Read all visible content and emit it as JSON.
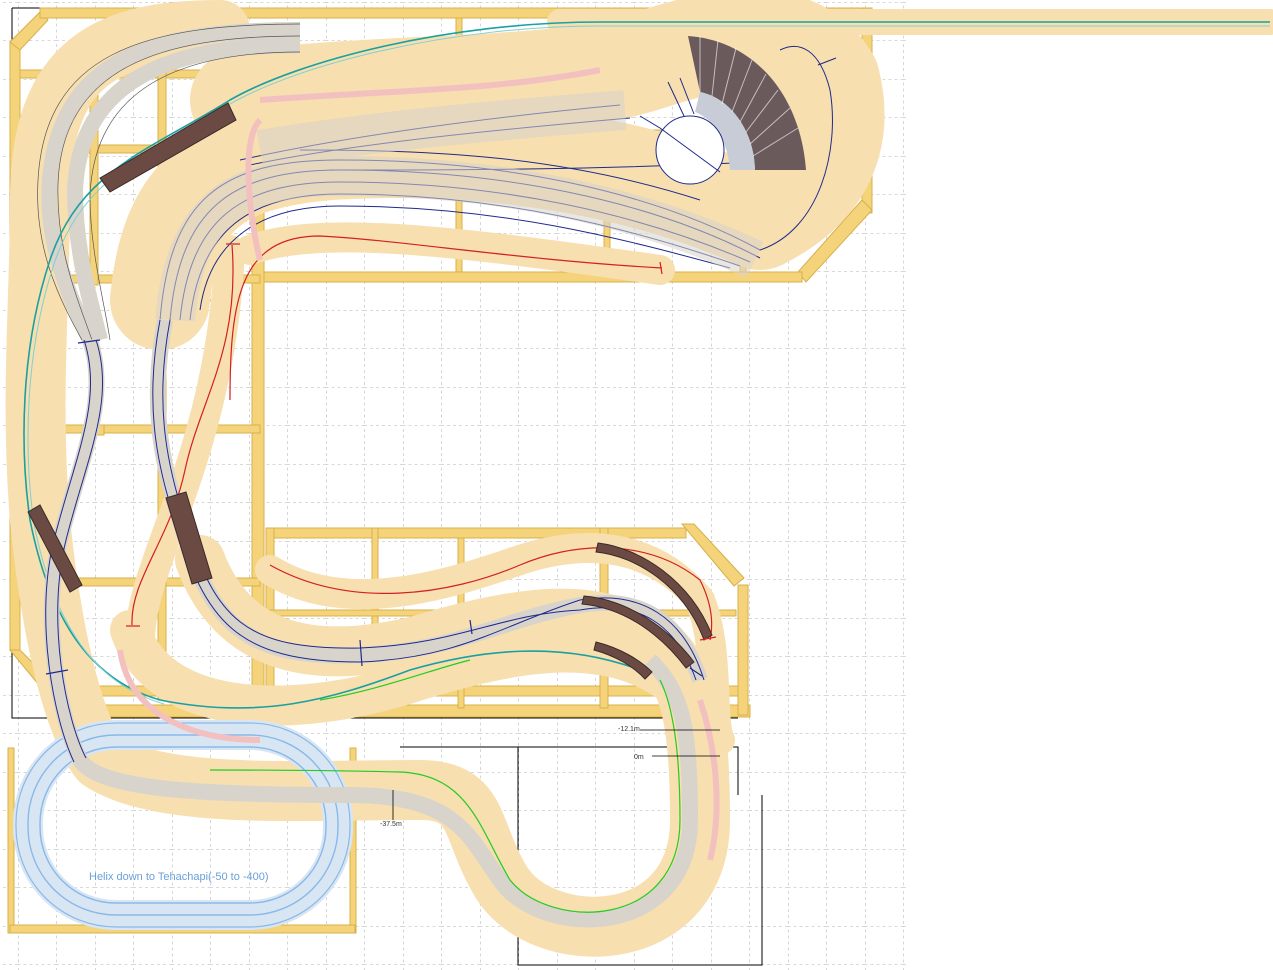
{
  "labels": {
    "helix": "Helix down to Tehachapi(-50 to -400)",
    "dim_1": "-12.1m",
    "dim_2": "0m",
    "dim_3": "-37.5m"
  },
  "colors": {
    "grid": "#9a9a9a",
    "benchwork": "#f5d37a",
    "benchwork_edge": "#d8b04a",
    "roadbed": "#f7dfb0",
    "track_grey": "#d8d4cc",
    "track_blue": "#1f2a8c",
    "track_teal": "#1aa0a0",
    "track_red": "#d42020",
    "track_green": "#22cc22",
    "track_pink": "#f3c0c0",
    "helix_blue": "#8ab8e8",
    "bridge": "#6b4a44",
    "turntable_pit": "#6a5a5c"
  }
}
